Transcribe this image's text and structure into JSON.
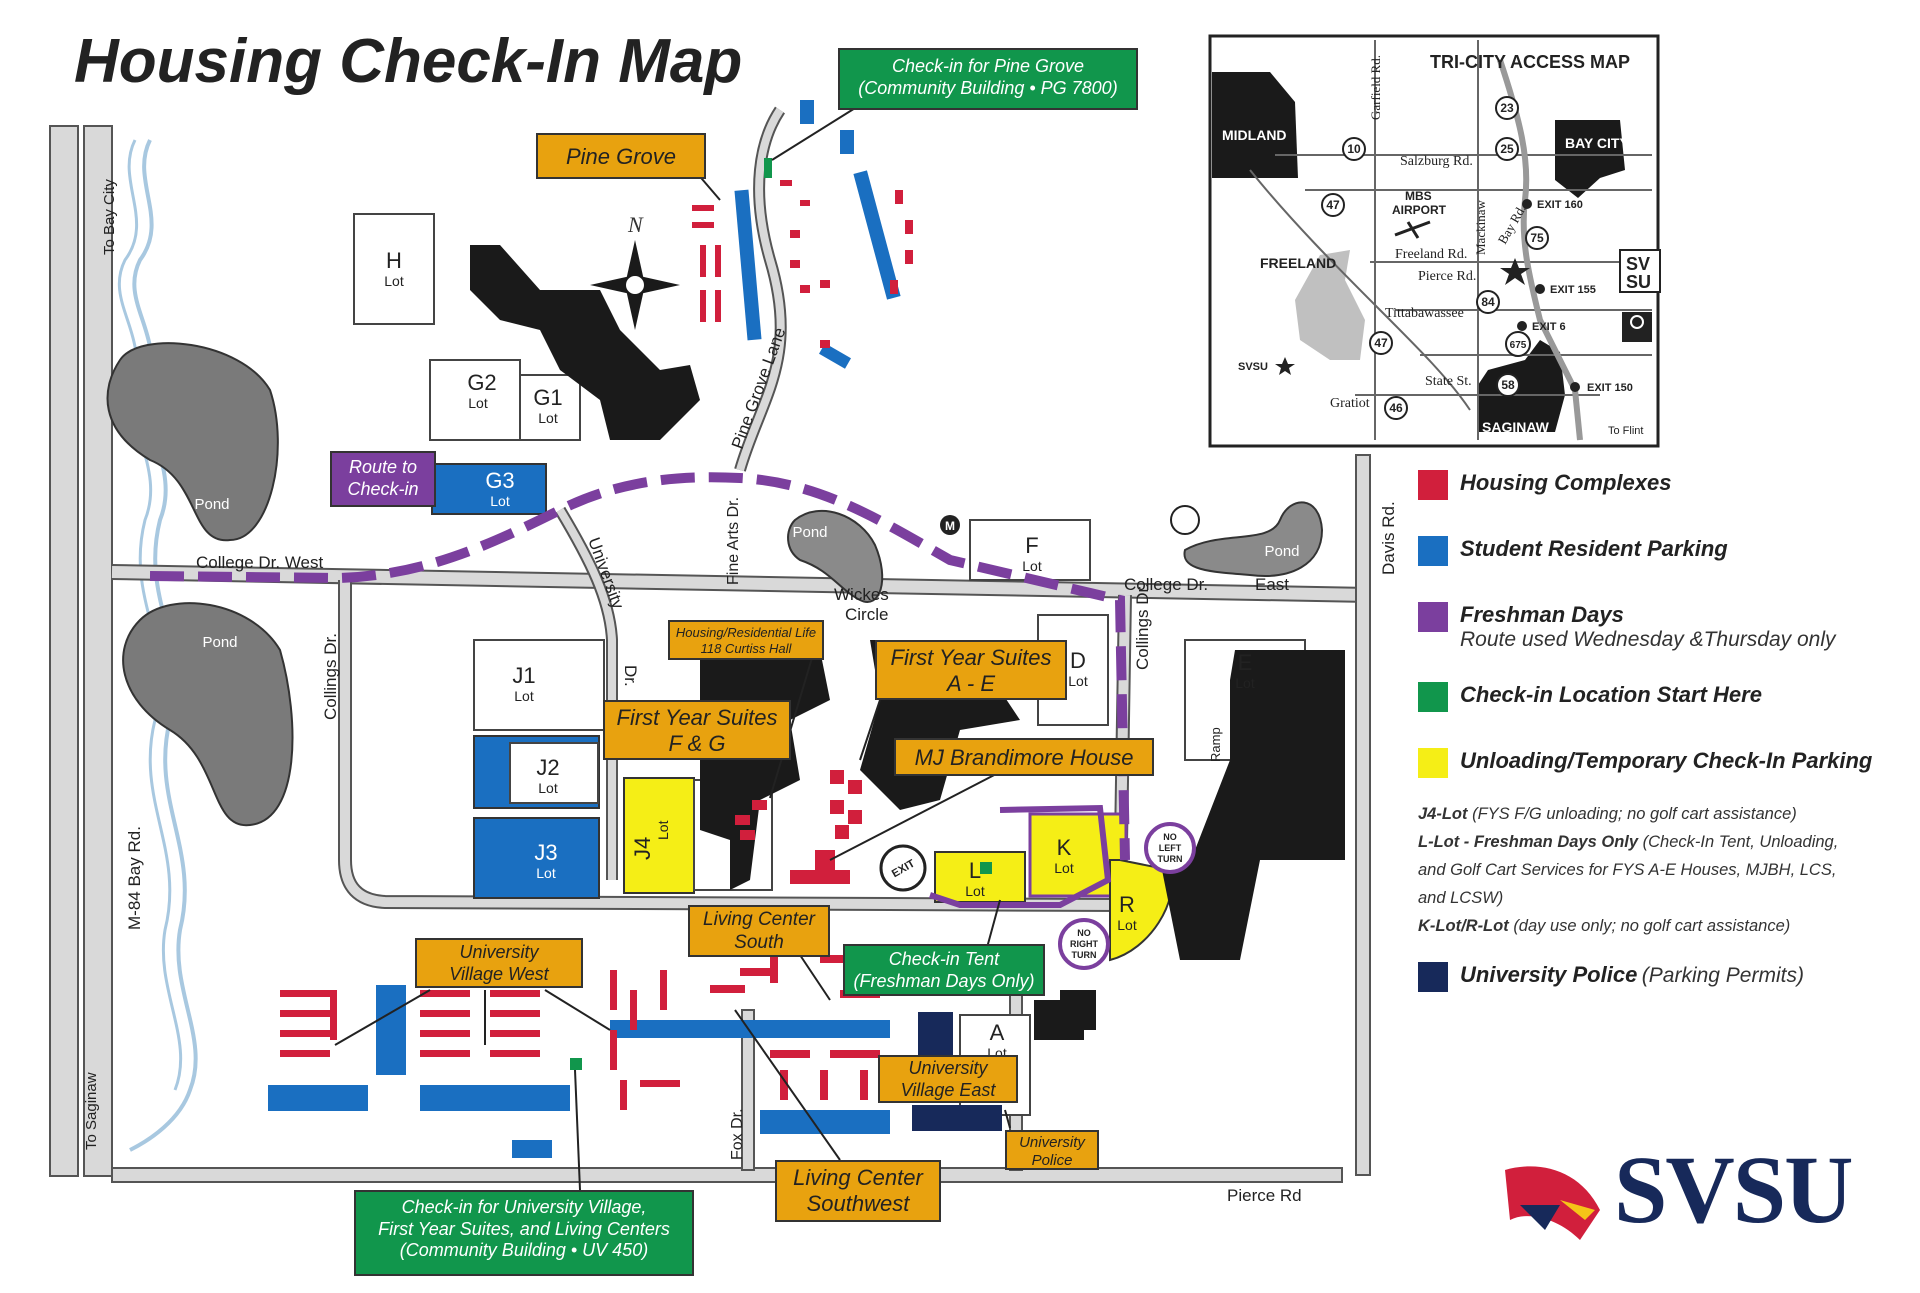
{
  "title": "Housing Check-In Map",
  "colors": {
    "housing": "#d11f3c",
    "parking": "#1a6fc1",
    "freshman_route": "#7b3f9e",
    "checkin": "#11964c",
    "unloading": "#f5ee16",
    "police": "#17295a",
    "callout": "#e8a20f",
    "building": "#1a1a1a"
  },
  "callouts": {
    "pine_grove_checkin": [
      "Check-in for Pine Grove",
      "(Community Building • PG 7800)"
    ],
    "pine_grove": "Pine Grove",
    "route_checkin": [
      "Route to",
      "Check-in"
    ],
    "housing_life": [
      "Housing/Residential Life",
      "118 Curtiss Hall"
    ],
    "fys_ae": [
      "First Year Suites",
      "A - E"
    ],
    "fys_fg": [
      "First Year Suites",
      "F & G"
    ],
    "mj_brandimore": "MJ Brandimore House",
    "lc_south": [
      "Living Center",
      "South"
    ],
    "checkin_tent": [
      "Check-in Tent",
      "(Freshman Days Only)"
    ],
    "uv_west": [
      "University",
      "Village West"
    ],
    "uv_east": [
      "University",
      "Village East"
    ],
    "univ_police": [
      "University",
      "Police"
    ],
    "lc_southwest": [
      "Living Center",
      "Southwest"
    ],
    "uv_checkin": [
      "Check-in for University Village,",
      "First Year Suites, and Living Centers",
      "(Community Building • UV 450)"
    ]
  },
  "lots": {
    "h": [
      "H",
      "Lot"
    ],
    "g2": [
      "G2",
      "Lot"
    ],
    "g1": [
      "G1",
      "Lot"
    ],
    "g3": [
      "G3",
      "Lot"
    ],
    "f": [
      "F",
      "Lot"
    ],
    "d": [
      "D",
      "Lot"
    ],
    "e": [
      "E",
      "Lot"
    ],
    "j1": [
      "J1",
      "Lot"
    ],
    "j2": [
      "J2",
      "Lot"
    ],
    "j3": [
      "J3",
      "Lot"
    ],
    "j4": [
      "J4",
      "Lot"
    ],
    "k": [
      "K",
      "Lot"
    ],
    "l": [
      "L",
      "Lot"
    ],
    "r": [
      "R",
      "Lot"
    ],
    "a": [
      "A",
      "Lot"
    ]
  },
  "roads": {
    "to_bay_city": "To Bay City",
    "to_saginaw": "To Saginaw",
    "m84": "M-84 Bay Rd.",
    "college_dr_west": "College Dr. West",
    "college_dr_east_a": "College Dr.",
    "college_dr_east_b": "East",
    "collings_dr_west": "Collings Dr.",
    "collings_dr_east": "Collings Dr.",
    "university_dr_a": "University",
    "university_dr_b": "Dr.",
    "fine_arts_dr": "Fine Arts Dr.",
    "pine_grove_lane": "Pine Grove Lane",
    "wickes_circle": [
      "Wickes",
      "Circle"
    ],
    "davis_rd": "Davis Rd.",
    "pierce_rd": "Pierce Rd",
    "fox_dr": "Fox Dr.",
    "ramp": "Ramp"
  },
  "features": {
    "pond": "Pond",
    "exit": "EXIT",
    "no_left_turn": [
      "NO",
      "LEFT",
      "TURN"
    ],
    "no_right_turn": [
      "NO",
      "RIGHT",
      "TURN"
    ],
    "metro": "M",
    "compass": "N"
  },
  "inset": {
    "title": "TRI-CITY ACCESS MAP",
    "cities": {
      "midland": "MIDLAND",
      "bay_city": "BAY CITY",
      "freeland": "FREELAND",
      "saginaw": "SAGINAW",
      "svsu": "SVSU"
    },
    "roads": {
      "garfield": "Garfield Rd.",
      "salzburg": "Salzburg Rd.",
      "mackinaw": "Mackinaw",
      "bay_rd": "Bay Rd.",
      "freeland_rd": "Freeland Rd.",
      "pierce_rd": "Pierce Rd.",
      "tittabawassee": "Tittabawassee",
      "state_st": "State St.",
      "gratiot": "Gratiot",
      "to_flint": "To Flint"
    },
    "airport": [
      "MBS",
      "AIRPORT"
    ],
    "shields": {
      "r23": "23",
      "r10": "10",
      "r25": "25",
      "r47a": "47",
      "r75": "75",
      "r84": "84",
      "r47b": "47",
      "r675": "675",
      "r58": "58",
      "r46": "46"
    },
    "exits": {
      "e160": "EXIT 160",
      "e155": "EXIT 155",
      "e6": "EXIT 6",
      "e150": "EXIT 150"
    },
    "svsu_logo": [
      "SV",
      "SU"
    ]
  },
  "legend": [
    {
      "color": "#d11f3c",
      "label": "Housing Complexes",
      "sub": ""
    },
    {
      "color": "#1a6fc1",
      "label": "Student Resident Parking",
      "sub": ""
    },
    {
      "color": "#7b3f9e",
      "label": "Freshman Days",
      "sub": "Route used Wednesday &Thursday only"
    },
    {
      "color": "#11964c",
      "label": "Check-in Location Start Here",
      "sub": ""
    },
    {
      "color": "#f5ee16",
      "label": "Unloading/Temporary Check-In Parking",
      "sub": ""
    }
  ],
  "notes": {
    "j4_bold": "J4-Lot",
    "j4_text": "(FYS F/G unloading; no golf cart assistance)",
    "l_bold": "L-Lot - Freshman Days Only",
    "l_text1": "(Check-In Tent, Unloading,",
    "l_text2": "and Golf Cart Services for FYS A-E Houses, MJBH, LCS,",
    "l_text3": "and LCSW)",
    "kr_bold": "K-Lot/R-Lot",
    "kr_text": "(day use only; no golf cart assistance)"
  },
  "police_legend": {
    "color": "#17295a",
    "label": "University Police",
    "sub": "(Parking Permits)"
  },
  "logo": "SVSU"
}
